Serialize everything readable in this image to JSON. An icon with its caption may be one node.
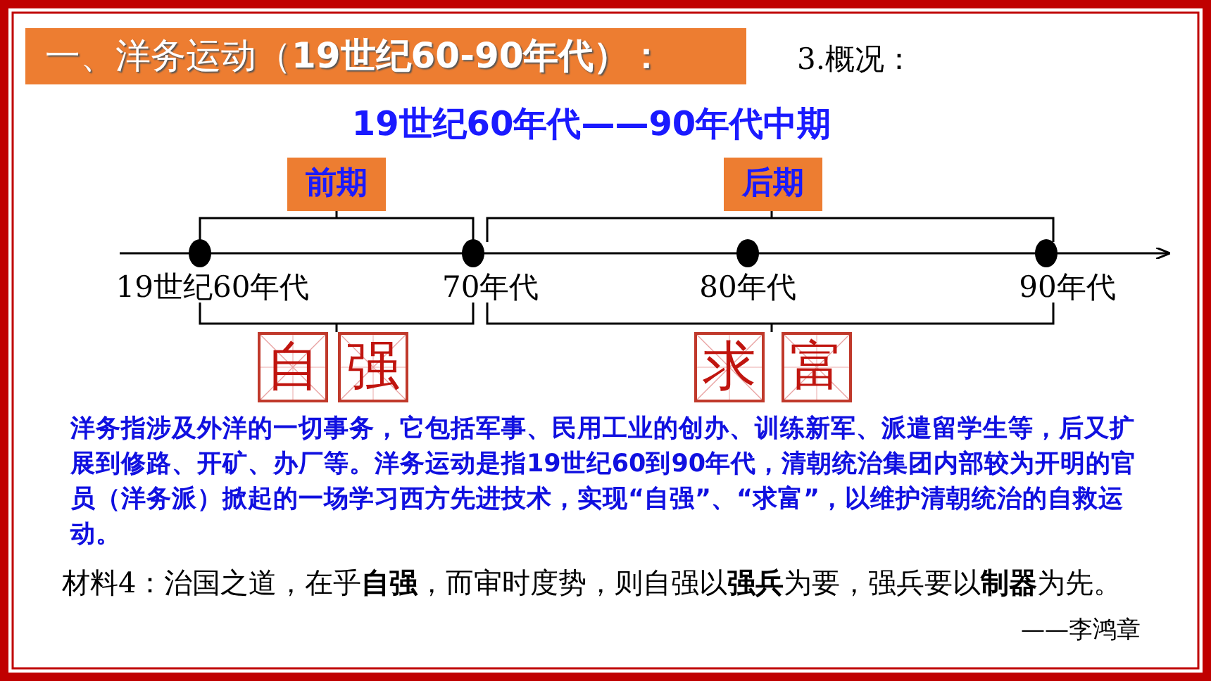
{
  "diagram": {
    "nodes": [
      {
        "text": [
          "一、洋务运动（**19世纪60-90年代）：**"
        ]
      },
      {
        "text": [
          "前期"
        ]
      },
      {
        "text": [
          "后期"
        ]
      },
      {
        "text": [
          "自"
        ]
      },
      {
        "text": [
          "强"
        ]
      },
      {
        "text": [
          "求"
        ]
      },
      {
        "text": [
          "富"
        ]
      }
    ],
    "labels": [
      "3.概况：",
      "19世纪60年代——90年代中期",
      "19世纪60年代",
      "70年代",
      "80年代",
      "90年代",
      "**洋务指涉及外洋的一切事务**，它包括军事、民用工业的创办、训练新军、派遣留学生等，后又扩展到修路、开矿、办厂等。洋务运动是指19世纪60到90年代，**清朝统治集团内部较为开明的官员（洋务派）**掀起的一场学习西方先进技术，实现“自强”、“求富”，以维护清朝统治的自救运动。",
      "材料4：治国之道，在乎**自强**，而审时度势，则自强以**强兵**为要，强兵要以**制器**为先。",
      "——李鸿章"
    ]
  }
}
